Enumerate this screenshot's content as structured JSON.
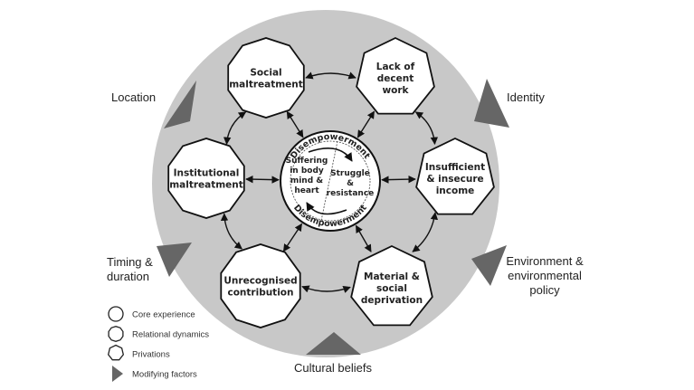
{
  "title": "Core experience of poverty and its dimensions",
  "core": {
    "ring_top": "Disempowerment",
    "ring_bottom": "Disempowerment",
    "left_lines": [
      "Suffering",
      "in body",
      "mind &",
      "heart"
    ],
    "right_lines": [
      "Struggle",
      "&",
      "resistance"
    ]
  },
  "nodes": [
    {
      "id": "social",
      "kind": "relational",
      "lines": [
        "Social",
        "maltreatment"
      ]
    },
    {
      "id": "lack",
      "kind": "privation",
      "lines": [
        "Lack of",
        "decent",
        "work"
      ]
    },
    {
      "id": "insufficient",
      "kind": "privation",
      "lines": [
        "Insufficient",
        "& insecure",
        "income"
      ]
    },
    {
      "id": "material",
      "kind": "privation",
      "lines": [
        "Material &",
        "social",
        "deprivation"
      ]
    },
    {
      "id": "unrecognised",
      "kind": "relational",
      "lines": [
        "Unrecognised",
        "contribution"
      ]
    },
    {
      "id": "institutional",
      "kind": "relational",
      "lines": [
        "Institutional",
        "maltreatment"
      ]
    }
  ],
  "modifiers": [
    {
      "id": "location",
      "lines": [
        "Location"
      ]
    },
    {
      "id": "identity",
      "lines": [
        "Identity"
      ]
    },
    {
      "id": "timing",
      "lines": [
        "Timing &",
        "duration"
      ]
    },
    {
      "id": "environment",
      "lines": [
        "Environment &",
        "environmental",
        "policy"
      ]
    },
    {
      "id": "cultural",
      "lines": [
        "Cultural beliefs"
      ]
    }
  ],
  "legend": [
    {
      "shape": "circle",
      "label": "Core experience"
    },
    {
      "shape": "decagon",
      "label": "Relational dynamics"
    },
    {
      "shape": "heptagon",
      "label": "Privations"
    },
    {
      "shape": "triangle",
      "label": "Modifying factors"
    }
  ],
  "colors": {
    "background_disc": "#c8c8c8",
    "triangle": "#666666",
    "stroke": "#111111",
    "node_fill": "#ffffff"
  }
}
